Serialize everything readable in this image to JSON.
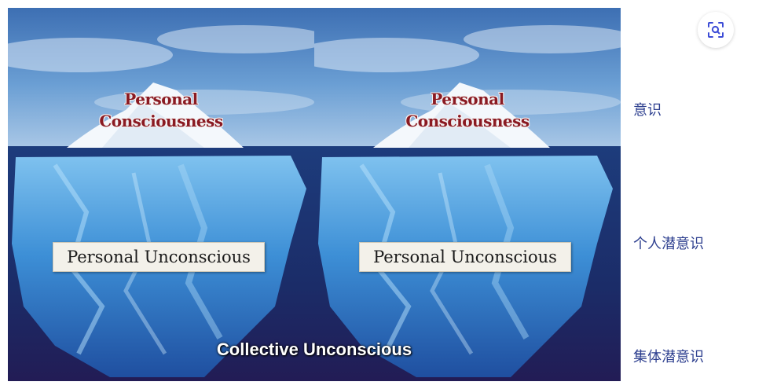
{
  "image": {
    "panels": [
      {
        "top_label": "Personal Consciousness",
        "mid_label": "Personal Unconscious"
      },
      {
        "top_label": "Personal Consciousness",
        "mid_label": "Personal Unconscious"
      }
    ],
    "caption": "Collective Unconscious"
  },
  "side_labels": {
    "consciousness": "意识",
    "personal_unconscious": "个人潜意识",
    "collective_unconscious": "集体潜意识"
  },
  "toolbar": {
    "lens_icon": "visual-search-icon"
  },
  "colors": {
    "sky": "#5b8fc9",
    "water_deep": "#1a2f6e",
    "label_red": "#8a1a22",
    "side_text": "#2d3f8f"
  }
}
